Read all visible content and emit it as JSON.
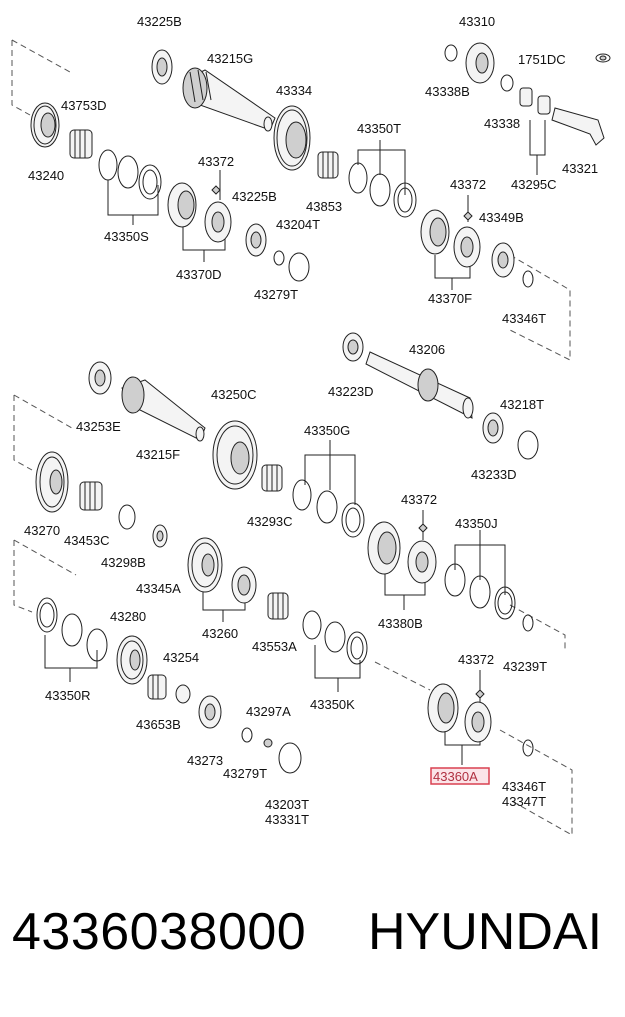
{
  "labels": {
    "l43225B_top": "43225B",
    "l43215G": "43215G",
    "l43310": "43310",
    "l1751DC": "1751DC",
    "l43338B": "43338B",
    "l43753D": "43753D",
    "l43334": "43334",
    "l43338": "43338",
    "l43240": "43240",
    "l43350T": "43350T",
    "l43321": "43321",
    "l43372_a": "43372",
    "l43295C": "43295C",
    "l43225B_mid": "43225B",
    "l43853": "43853",
    "l43372_b": "43372",
    "l43350S": "43350S",
    "l43204T": "43204T",
    "l43349B": "43349B",
    "l43370D": "43370D",
    "l43279T_a": "43279T",
    "l43370F": "43370F",
    "l43346T_a": "43346T",
    "l43206": "43206",
    "l43223D": "43223D",
    "l43250C": "43250C",
    "l43218T": "43218T",
    "l43253E": "43253E",
    "l43215F": "43215F",
    "l43350G": "43350G",
    "l43233D": "43233D",
    "l43372_c": "43372",
    "l43270": "43270",
    "l43293C": "43293C",
    "l43453C": "43453C",
    "l43350J": "43350J",
    "l43298B": "43298B",
    "l43345A": "43345A",
    "l43380B": "43380B",
    "l43280": "43280",
    "l43260": "43260",
    "l43553A": "43553A",
    "l43254": "43254",
    "l43372_d": "43372",
    "l43239T": "43239T",
    "l43350R": "43350R",
    "l43350K": "43350K",
    "l43653B": "43653B",
    "l43297A": "43297A",
    "l43273": "43273",
    "l43279T_b": "43279T",
    "l43360A": "43360A",
    "l43346T_b": "43346T",
    "l43347T": "43347T",
    "l43203T": "43203T",
    "l43331T": "43331T"
  },
  "highlight": {
    "label": "43360A",
    "color": "#d94050"
  },
  "footer": {
    "part_number": "4336038000",
    "brand": "HYUNDAI"
  }
}
